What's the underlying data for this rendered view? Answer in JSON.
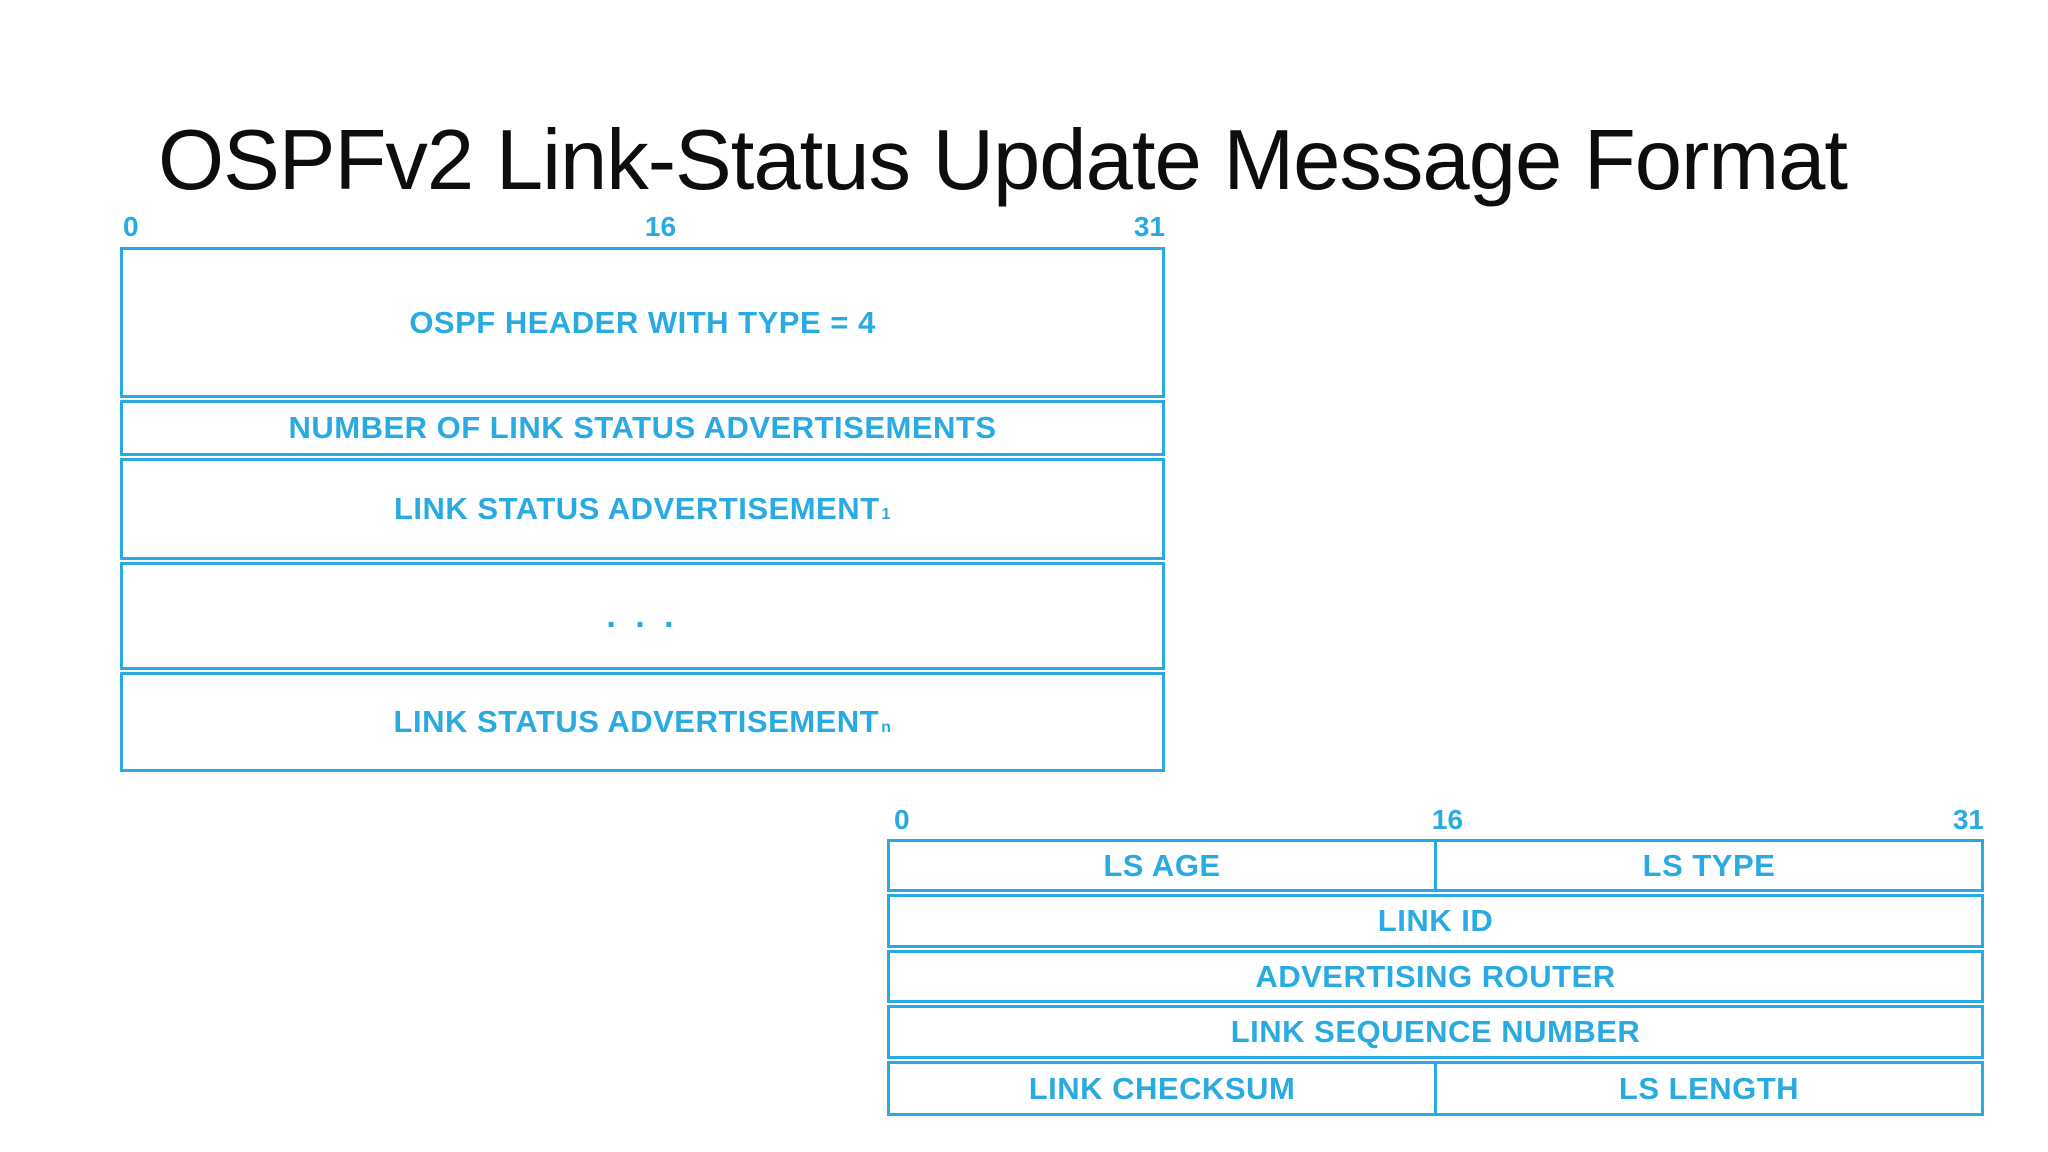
{
  "slide": {
    "title": "OSPFv2 Link-Status Update Message Format"
  },
  "colors": {
    "accent_cyan": "#29ABE2",
    "title_black": "#0d0d0d",
    "background": "#ffffff"
  },
  "update_message_diagram": {
    "bit_labels": [
      "0",
      "16",
      "31"
    ],
    "rows": [
      {
        "label": "OSPF HEADER WITH TYPE = 4"
      },
      {
        "label": "NUMBER OF LINK STATUS ADVERTISEMENTS"
      },
      {
        "label": "LINK STATUS ADVERTISEMENT",
        "subscript": "1"
      },
      {
        "label": ". . ."
      },
      {
        "label": "LINK STATUS ADVERTISEMENT",
        "subscript": "n"
      }
    ]
  },
  "lsa_header_diagram": {
    "bit_labels": [
      "0",
      "16",
      "31"
    ],
    "rows": [
      {
        "cells": [
          "LS AGE",
          "LS TYPE"
        ]
      },
      {
        "cells": [
          "LINK ID"
        ]
      },
      {
        "cells": [
          "ADVERTISING ROUTER"
        ]
      },
      {
        "cells": [
          "LINK SEQUENCE NUMBER"
        ]
      },
      {
        "cells": [
          "LINK CHECKSUM",
          "LS LENGTH"
        ]
      }
    ]
  }
}
